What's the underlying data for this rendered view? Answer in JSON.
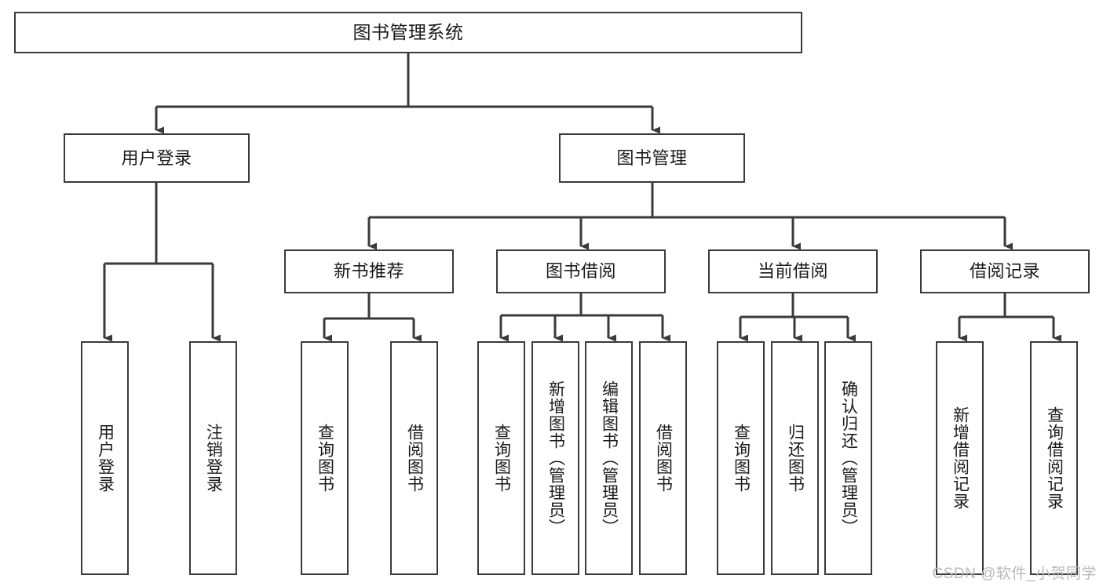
{
  "diagram": {
    "title": "图书管理系统",
    "watermark": "CSDN @软件_小贺同学",
    "levels": {
      "root": {
        "label": "图书管理系统"
      },
      "level2": [
        {
          "label": "用户登录"
        },
        {
          "label": "图书管理"
        }
      ],
      "level3": [
        {
          "label": "新书推荐"
        },
        {
          "label": "图书借阅"
        },
        {
          "label": "当前借阅"
        },
        {
          "label": "借阅记录"
        }
      ],
      "leaves": [
        {
          "label": "用户登录"
        },
        {
          "label": "注销登录"
        },
        {
          "label": "查询图书"
        },
        {
          "label": "借阅图书"
        },
        {
          "label": "查询图书"
        },
        {
          "label": "新增图书（管理员）"
        },
        {
          "label": "编辑图书（管理员）"
        },
        {
          "label": "借阅图书"
        },
        {
          "label": "查询图书"
        },
        {
          "label": "归还图书"
        },
        {
          "label": "确认归还（管理员）"
        },
        {
          "label": "新增借阅记录"
        },
        {
          "label": "查询借阅记录"
        }
      ]
    },
    "colors": {
      "stroke": "#3a3a3a",
      "fill": "#ffffff",
      "text": "#1a1a1a",
      "watermark": "#b9b9b9"
    }
  }
}
